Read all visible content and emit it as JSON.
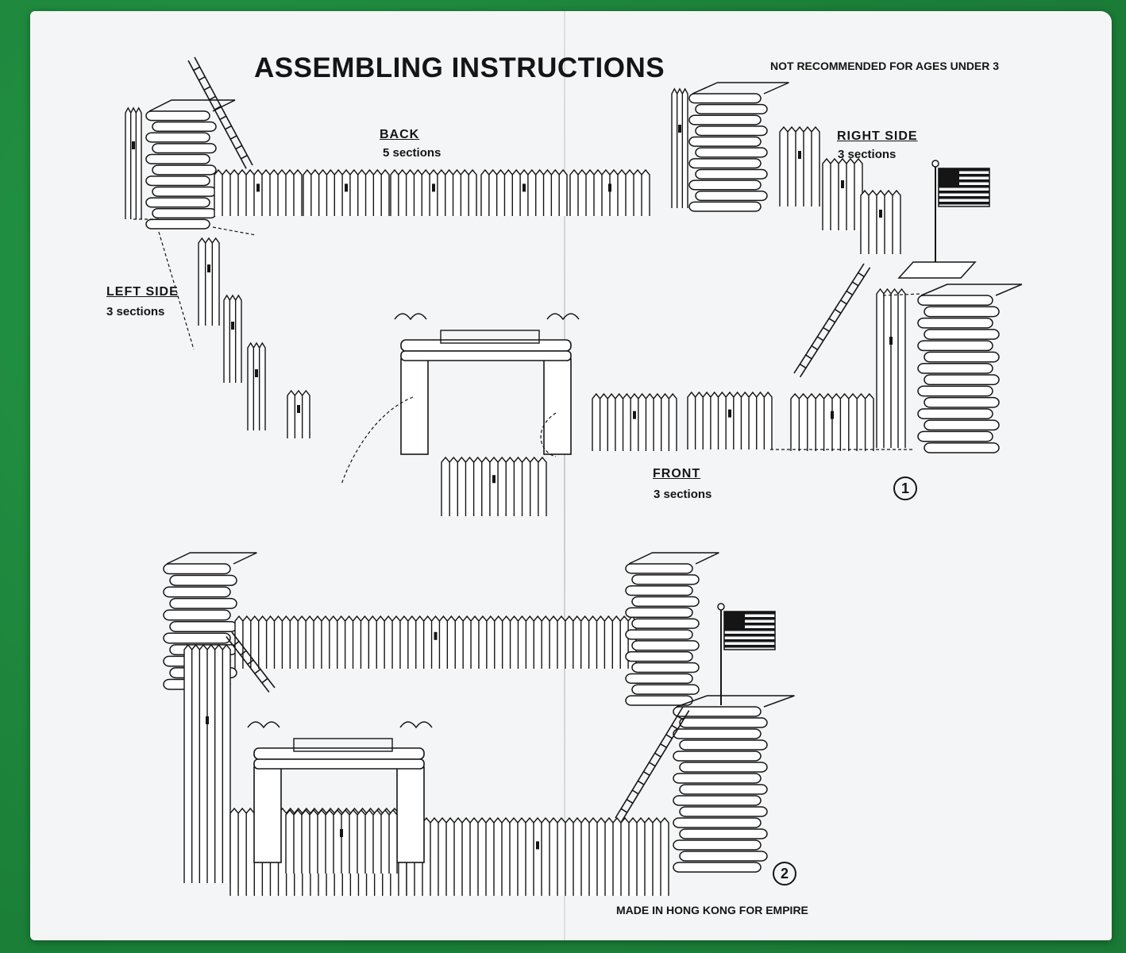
{
  "title": "ASSEMBLING INSTRUCTIONS",
  "age_warning": "NOT RECOMMENDED FOR AGES UNDER 3",
  "sections": {
    "back": {
      "label": "BACK",
      "count": "5 sections"
    },
    "right": {
      "label": "RIGHT SIDE",
      "count": "3 sections"
    },
    "left": {
      "label": "LEFT SIDE",
      "count": "3 sections"
    },
    "front": {
      "label": "FRONT",
      "count": "3 sections"
    }
  },
  "steps": [
    "1",
    "2"
  ],
  "footer": "MADE IN HONG KONG FOR EMPIRE",
  "colors": {
    "background": "#1f8a3e",
    "paper": "#f4f5f6",
    "ink": "#151515"
  }
}
